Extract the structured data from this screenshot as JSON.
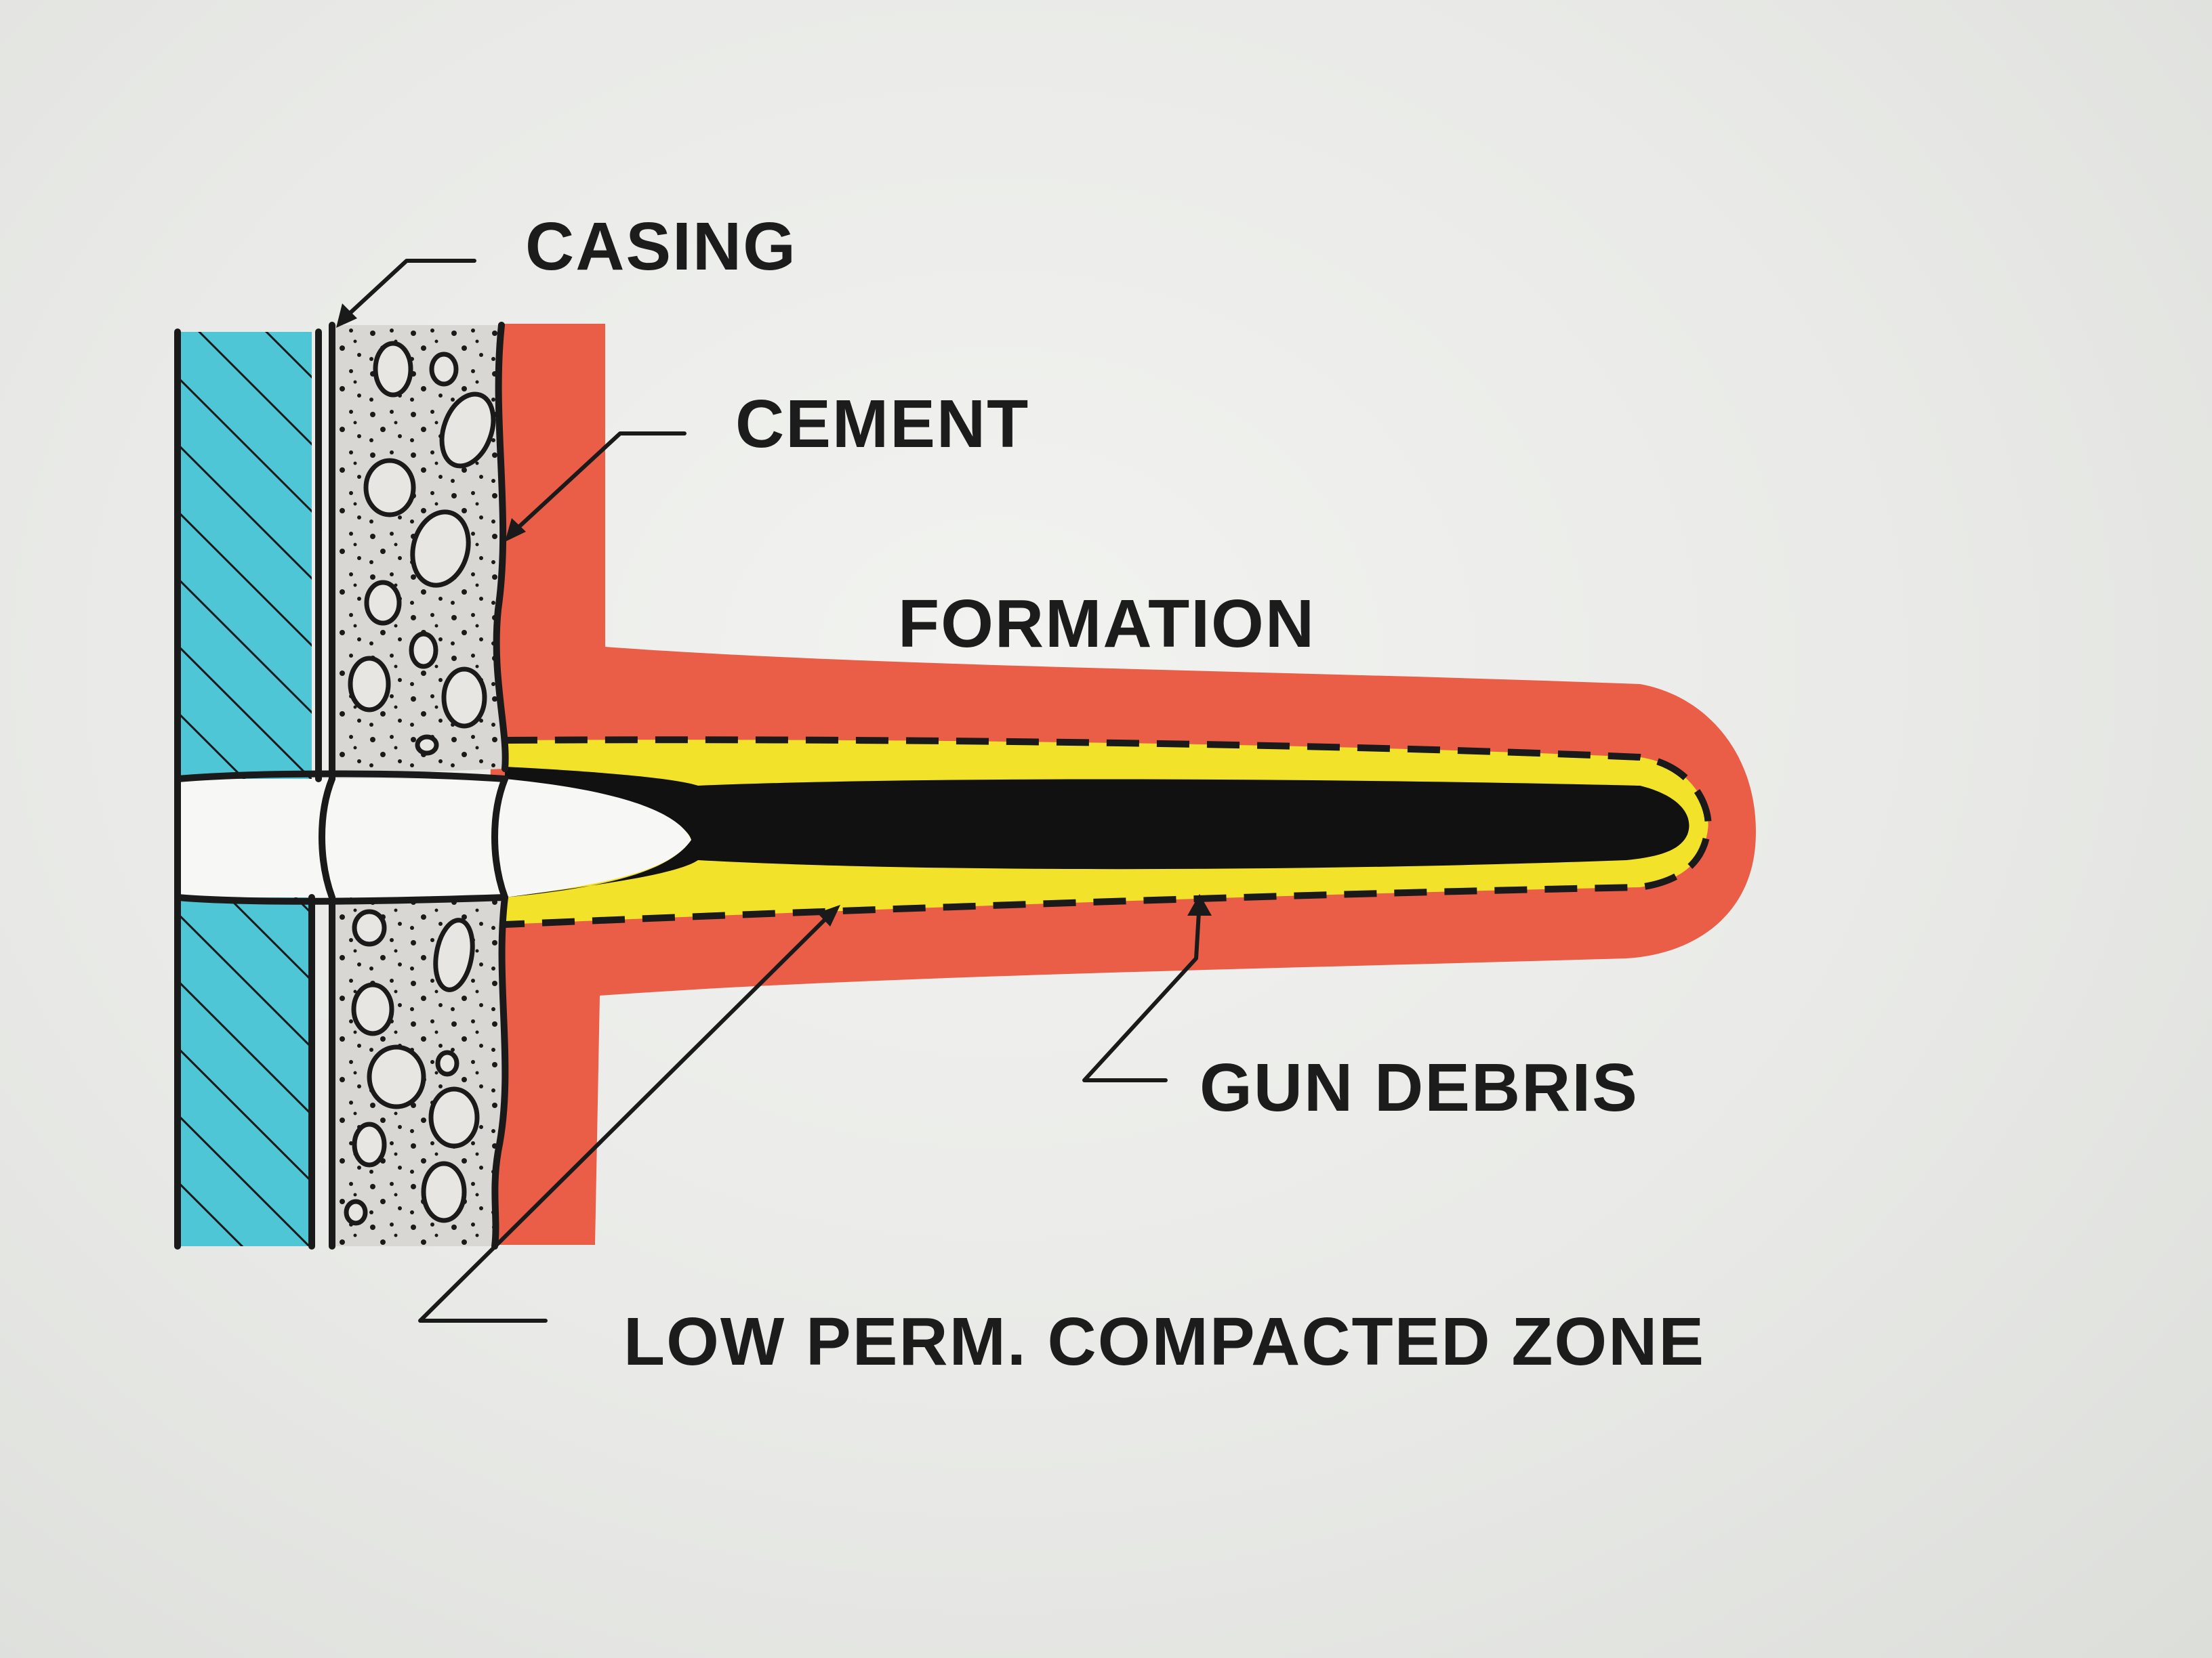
{
  "labels": {
    "casing": "CASING",
    "cement": "CEMENT",
    "formation": "FORMATION",
    "gun_debris": "GUN DEBRIS",
    "compacted_zone": "LOW PERM. COMPACTED ZONE"
  },
  "colors": {
    "casing_fill": "#4fc6d6",
    "cement_fill": "#d9d7d3",
    "formation_fill": "#ea5d47",
    "compacted_zone_fill": "#f2e32a",
    "gun_debris_fill": "#111111",
    "line": "#1a1a1a"
  }
}
